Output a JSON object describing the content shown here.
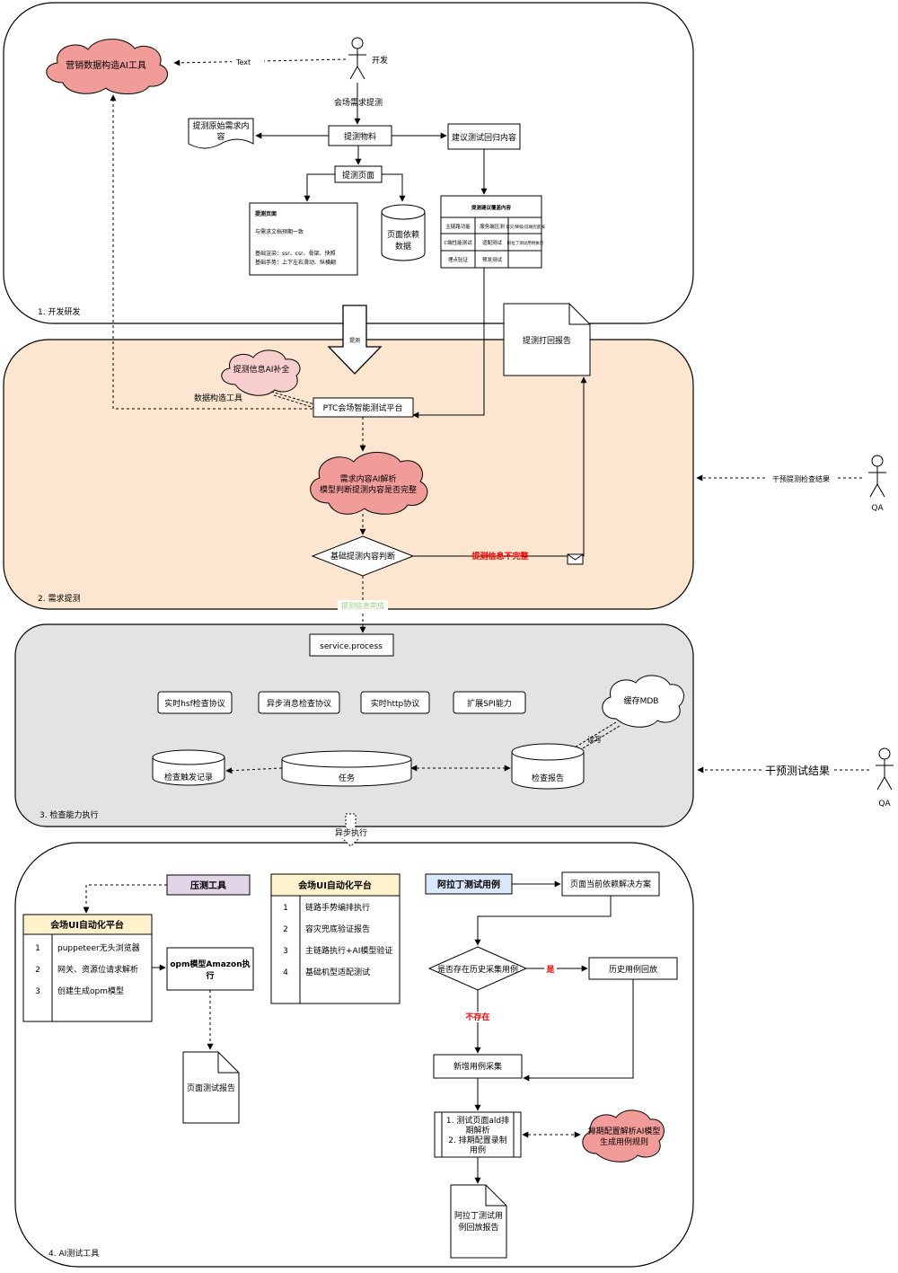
{
  "section1": {
    "label": "1. 开发研发",
    "actor_label": "开发",
    "marketing_tool": "营销数据构造AI工具",
    "text_edge": "Text",
    "venue_request": "会场需求提测",
    "materials": "提测物料",
    "raw_requirement_lines": [
      "提测原始需求内",
      "容"
    ],
    "regression_suggest": "建议测试回归内容",
    "test_page": "提测页面",
    "page_dep_data_lines": [
      "页面依赖",
      "数据"
    ],
    "page_panel": {
      "title": "提测页面",
      "line1": "与需求文档预期一致",
      "line2": "基础渲染：ssr、csr、骨架、快照",
      "line3": "基础手势：上下左右滑动、纵横翻"
    },
    "regression_table": {
      "title": "提测建议覆盖内容",
      "cells": [
        [
          "主链路功能",
          "服务端压测",
          "容灾/降级/前端兜底报"
        ],
        [
          "C端性能测试",
          "适配测试",
          "阿拉丁测试用例执行"
        ],
        [
          "埋点验证",
          "预发测试",
          ""
        ]
      ]
    }
  },
  "arrow_submit": "提测",
  "section2": {
    "label": "2. 需求提测",
    "info_fill": "提测信息AI补全",
    "data_tool": "数据构造工具",
    "platform": "PTC会场智能测试平台",
    "ai_parse_lines": [
      "需求内容AI解析",
      "模型判断提测内容是否完整"
    ],
    "decision": "基础提测内容判断",
    "incomplete": "提测信息不完整",
    "complete": "提测信息完成",
    "report": "提测打回报告"
  },
  "qa": {
    "label1": "QA",
    "label2": "QA",
    "intervene1": "干预提测检查结果",
    "intervene2": "干预测试结果"
  },
  "section3": {
    "label": "3. 检查能力执行",
    "service": "service.process",
    "protocols": [
      "实时hsf检查协议",
      "异步消息检查协议",
      "实时http协议",
      "扩展SPI能力"
    ],
    "cache": "缓存MDB",
    "read_write": "读写",
    "trigger_record": "检查触发记录",
    "task": "任务",
    "check_report": "检查报告",
    "async_exec": "异步执行"
  },
  "section4": {
    "label": "4. AI测试工具",
    "stress_tool": "压测工具",
    "ui_platform_left": {
      "title": "会场UI自动化平台",
      "rows": [
        [
          "1",
          "puppeteer无头浏览器"
        ],
        [
          "2",
          "网关、资源位请求解析"
        ],
        [
          "3",
          "创建生成opm模型"
        ]
      ]
    },
    "opm_lines": [
      "opm模型Amazon执",
      "行"
    ],
    "page_test_report": "页面测试报告",
    "ui_platform_mid": {
      "title": "会场UI自动化平台",
      "rows": [
        [
          "1",
          "链路手势编排执行"
        ],
        [
          "2",
          "容灾兜底验证报告"
        ],
        [
          "3",
          "主链路执行+AI模型验证"
        ],
        [
          "4",
          "基础机型适配测试"
        ]
      ]
    },
    "aladdin_case": "阿拉丁测试用例",
    "page_dep_solution": "页面当前依赖解决方案",
    "history_decision": "是否存在历史采集用例",
    "yes": "是",
    "no": "不存在",
    "history_replay": "历史用例回放",
    "new_collect": "新增用例采集",
    "steps_lines": [
      "1. 测试页面ald排",
      "期解析",
      "2. 排期配置录制",
      "用例"
    ],
    "schedule_ai_lines": [
      "排期配置解析AI模型",
      "生成用例规则"
    ],
    "aladdin_report_lines": [
      "阿拉丁测试用",
      "例回放报告"
    ]
  },
  "colors": {
    "section2_bg": "#fde6cf",
    "section3_bg": "#e3e3e3",
    "cloud_red": "#f19c99",
    "cloud_pink": "#f8cecc",
    "yellow_header": "#fff2cc",
    "purple_header": "#e1d5e7",
    "blue_header": "#dae8fc",
    "alert_red": "#ff0000",
    "ok_green": "#97d077"
  }
}
